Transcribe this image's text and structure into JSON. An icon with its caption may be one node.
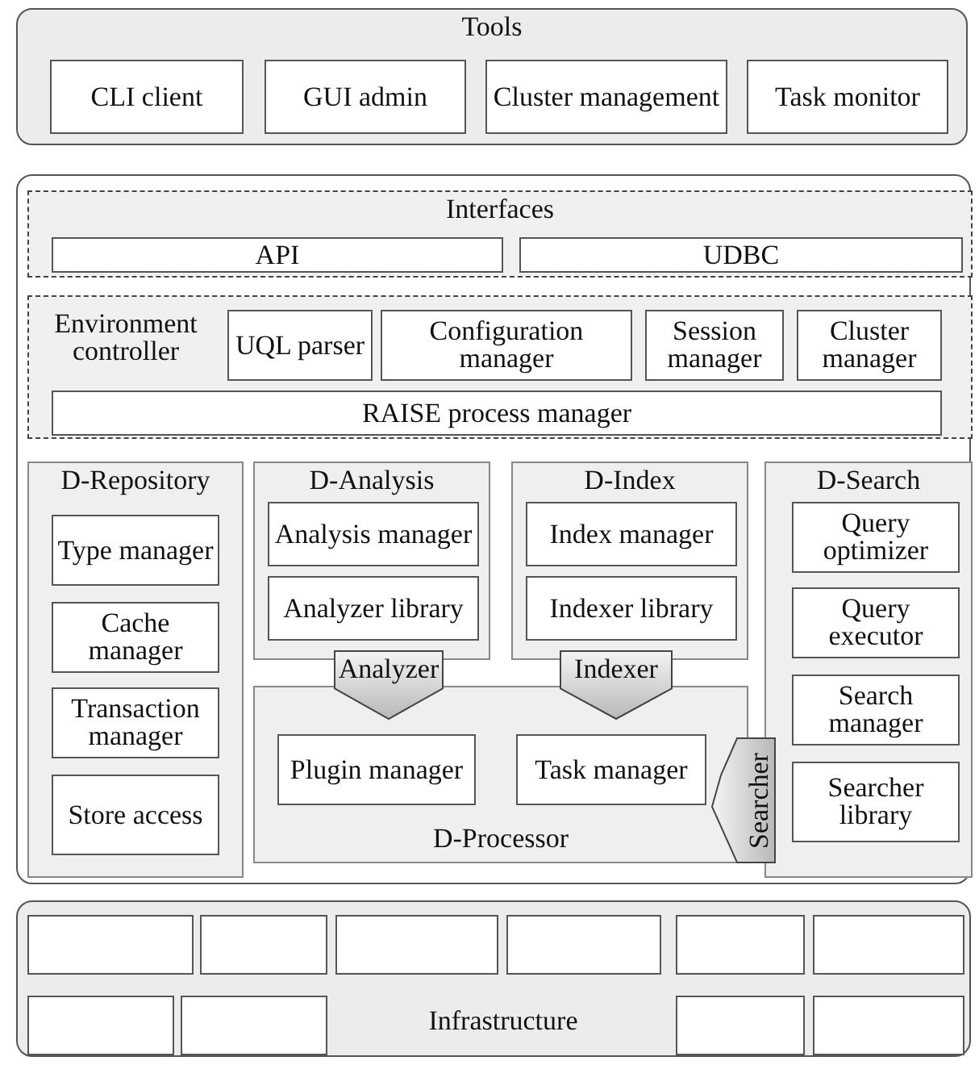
{
  "diagram": {
    "nodes": [
      {
        "text": [
          "Tools"
        ]
      },
      {
        "text": [
          "CLI client"
        ],
        "in": 0
      },
      {
        "text": [
          "GUI admin"
        ],
        "in": 0
      },
      {
        "text": [
          "Cluster management"
        ],
        "in": 0
      },
      {
        "text": [
          "Task monitor"
        ],
        "in": 0
      },
      {
        "text": [],
        "shape": "box"
      },
      {
        "text": [
          "Interfaces"
        ],
        "in": 5
      },
      {
        "text": [
          "API"
        ],
        "in": 6
      },
      {
        "text": [
          "UDBC"
        ],
        "in": 6
      },
      {
        "text": [
          "Environment controller"
        ],
        "in": 5
      },
      {
        "text": [
          "UQL parser"
        ],
        "in": 9
      },
      {
        "text": [
          "Configuration manager"
        ],
        "in": 9
      },
      {
        "text": [
          "Session manager"
        ],
        "in": 9
      },
      {
        "text": [
          "Cluster manager"
        ],
        "in": 9
      },
      {
        "text": [
          "RAISE process manager"
        ],
        "in": 9
      },
      {
        "text": [
          "D-Repository"
        ],
        "in": 5
      },
      {
        "text": [
          "Type manager"
        ],
        "in": 15
      },
      {
        "text": [
          "Cache manager"
        ],
        "in": 15
      },
      {
        "text": [
          "Transaction manager"
        ],
        "in": 15
      },
      {
        "text": [
          "Store access"
        ],
        "in": 15
      },
      {
        "text": [
          "D-Analysis"
        ],
        "in": 5
      },
      {
        "text": [
          "Analysis manager"
        ],
        "in": 20
      },
      {
        "text": [
          "Analyzer library"
        ],
        "in": 20
      },
      {
        "text": [
          "D-Index"
        ],
        "in": 5
      },
      {
        "text": [
          "Index manager"
        ],
        "in": 23
      },
      {
        "text": [
          "Indexer library"
        ],
        "in": 23
      },
      {
        "text": [
          "D-Search"
        ],
        "in": 5
      },
      {
        "text": [
          "Query optimizer"
        ],
        "in": 26
      },
      {
        "text": [
          "Query executor"
        ],
        "in": 26
      },
      {
        "text": [
          "Search manager"
        ],
        "in": 26
      },
      {
        "text": [
          "Searcher library"
        ],
        "in": 26
      },
      {
        "text": [
          "D-Processor"
        ],
        "in": 5
      },
      {
        "text": [
          "Plugin manager"
        ],
        "in": 31
      },
      {
        "text": [
          "Task manager"
        ],
        "in": 31
      },
      {
        "text": [
          "Analyzer"
        ],
        "in": 5
      },
      {
        "text": [
          "Indexer"
        ],
        "in": 5
      },
      {
        "text": [
          "Searcher"
        ],
        "in": 5
      },
      {
        "text": [
          "Infrastructure"
        ]
      },
      {
        "text": [],
        "shape": "box",
        "in": 37
      },
      {
        "text": [],
        "shape": "box",
        "in": 37
      },
      {
        "text": [],
        "shape": "box",
        "in": 37
      },
      {
        "text": [],
        "shape": "box",
        "in": 37
      },
      {
        "text": [],
        "shape": "box",
        "in": 37
      },
      {
        "text": [],
        "shape": "box",
        "in": 37
      },
      {
        "text": [],
        "shape": "box",
        "in": 37
      },
      {
        "text": [],
        "shape": "box",
        "in": 37
      },
      {
        "text": [],
        "shape": "box",
        "in": 37
      },
      {
        "text": [],
        "shape": "box",
        "in": 37
      }
    ]
  }
}
